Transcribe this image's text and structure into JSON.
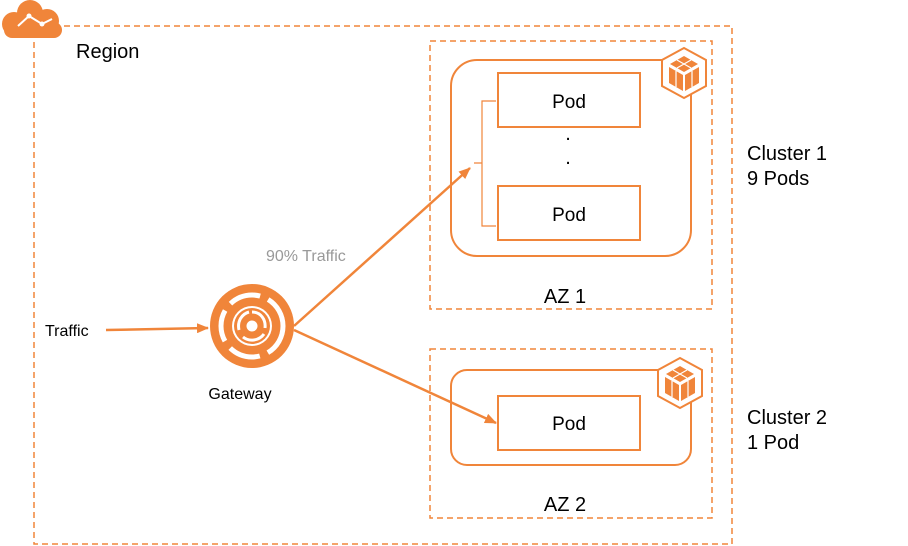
{
  "region_label": "Region",
  "gateway_label": "Gateway",
  "traffic_label": "Traffic",
  "traffic_90_label": "90% Traffic",
  "az1_label": "AZ 1",
  "az2_label": "AZ 2",
  "cluster1_line1": "Cluster 1",
  "cluster1_line2": "9 Pods",
  "cluster2_line1": "Cluster 2",
  "cluster2_line2": "1 Pod",
  "pod_label": "Pod",
  "ellipsis_dot": ".",
  "icons": {
    "region": "cloud-icon",
    "gateway": "gateway-icon",
    "cluster": "cluster-cube-icon"
  },
  "colors": {
    "accent": "#F0853A",
    "gray_text": "#999999"
  }
}
